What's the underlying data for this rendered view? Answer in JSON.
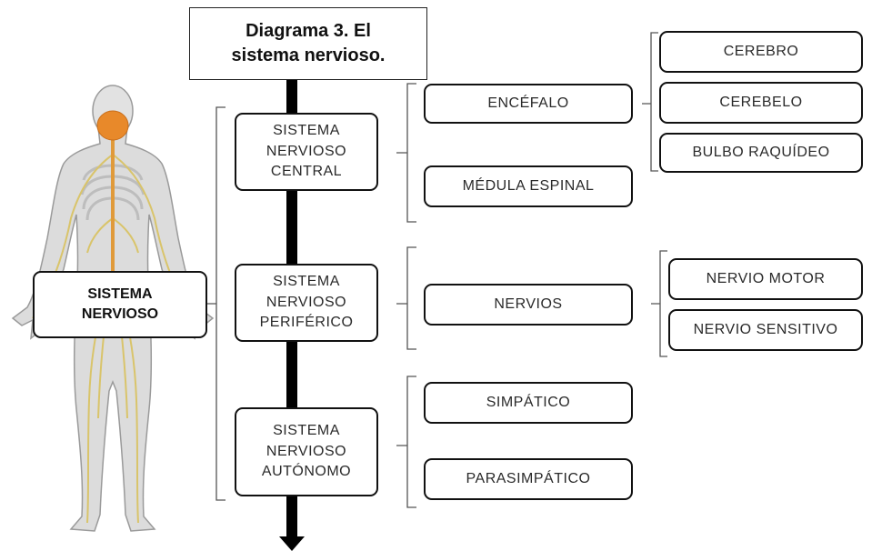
{
  "title": "Diagrama 3. El\nsistema nervioso.",
  "root": "SISTEMA\nNERVIOSO",
  "level1": [
    "SISTEMA\nNERVIOSO\nCENTRAL",
    "SISTEMA\nNERVIOSO\nPERIFÉRICO",
    "SISTEMA\nNERVIOSO\nAUTÓNOMO"
  ],
  "level2": {
    "encefalo": "ENCÉFALO",
    "medula": "MÉDULA ESPINAL",
    "nervios": "NERVIOS",
    "simpatico": "SIMPÁTICO",
    "parasimpatico": "PARASIMPÁTICO"
  },
  "level3": {
    "cerebro": "CEREBRO",
    "cerebelo": "CEREBELO",
    "bulbo": "BULBO RAQUÍDEO",
    "motor": "NERVIO MOTOR",
    "sensitivo": "NERVIO SENSITIVO"
  },
  "colors": {
    "brain": "#e8892a",
    "spine": "#e09a3a",
    "nerves": "#d9c46a",
    "body": "#dcdcdc",
    "body_outline": "#9a9a9a",
    "arrow": "#000000"
  }
}
